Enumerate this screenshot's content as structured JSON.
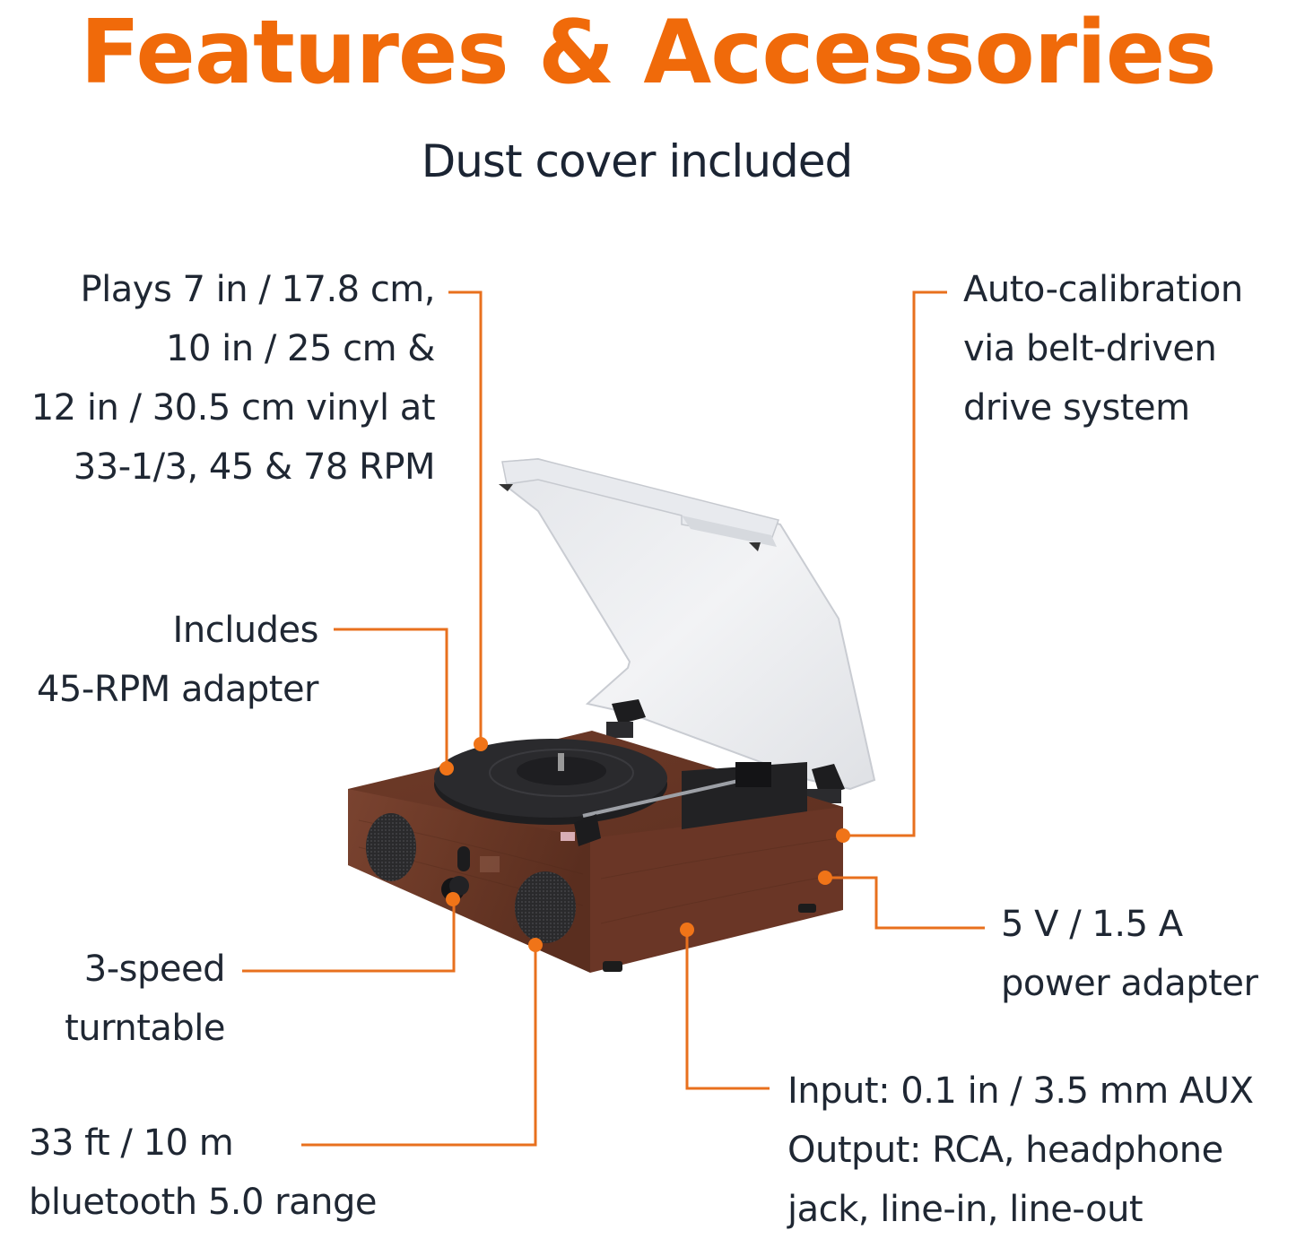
{
  "header": {
    "title": "Features & Accessories",
    "subtitle": "Dust cover included"
  },
  "colors": {
    "title_orange": "#f06a0a",
    "leader_orange": "#e8701e",
    "text_dark": "#1b2433",
    "wood_brown": "#6b3a26"
  },
  "callouts": {
    "vinyl_sizes": {
      "lines": [
        "Plays 7 in / 17.8 cm,",
        "10 in / 25 cm &",
        "12 in / 30.5 cm vinyl at",
        "33-1/3, 45 & 78 RPM"
      ]
    },
    "adapter": {
      "lines": [
        "Includes",
        "45-RPM adapter"
      ]
    },
    "speed": {
      "lines": [
        "3-speed",
        "turntable"
      ]
    },
    "bluetooth": {
      "lines": [
        "33 ft / 10 m",
        "bluetooth 5.0 range"
      ]
    },
    "calibration": {
      "lines": [
        "Auto-calibration",
        "via belt-driven",
        "drive system"
      ]
    },
    "power": {
      "lines": [
        "5 V / 1.5 A",
        "power adapter"
      ]
    },
    "io": {
      "lines": [
        "Input: 0.1 in / 3.5 mm AUX",
        "Output: RCA, headphone",
        "jack, line-in, line-out"
      ]
    }
  },
  "product": {
    "name": "turntable-with-dust-cover",
    "icon": "record-player-illustration"
  }
}
